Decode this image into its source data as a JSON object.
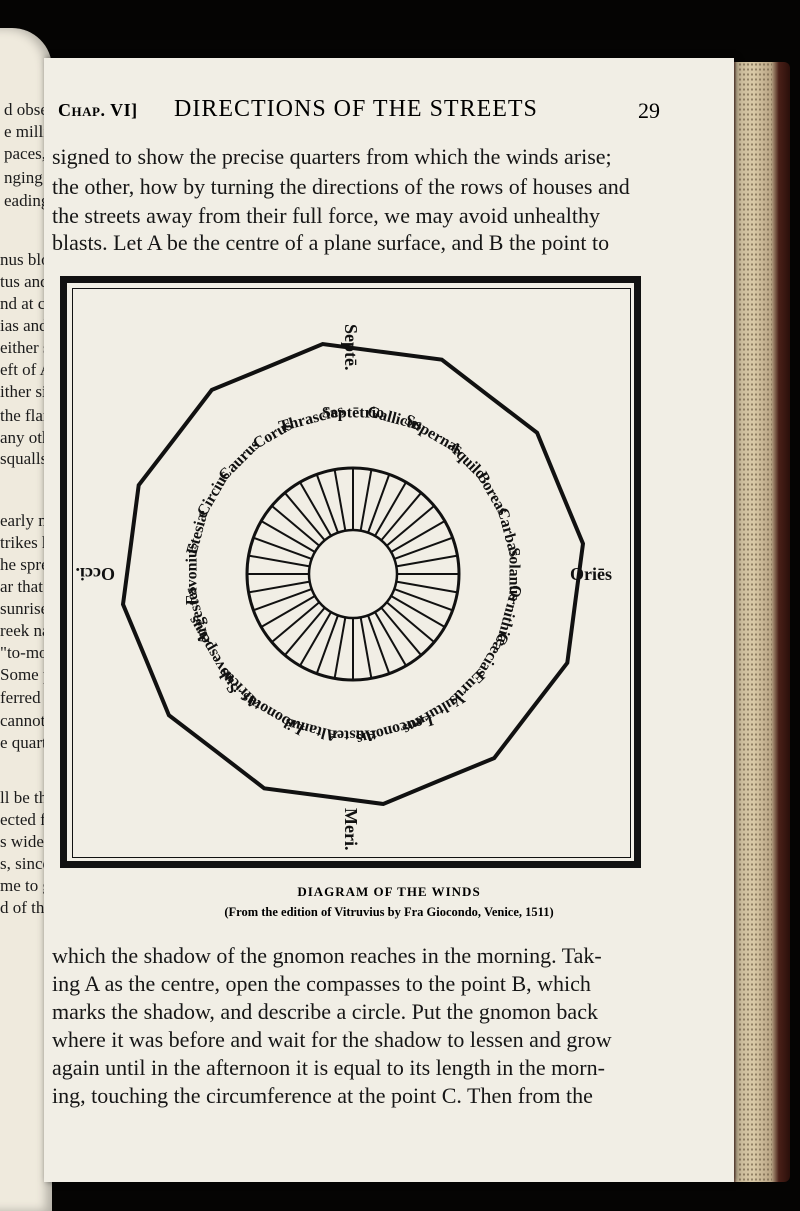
{
  "left_page": {
    "fragments": [
      "d observing",
      "e million m",
      "paces, shy",
      "nging over",
      "eading to a",
      "nus blowing",
      "tus and Subs",
      "nd at certain",
      "ias and Cora",
      "either side of S",
      "eft of Aquilo",
      "ither side of S",
      "the flanks",
      "any other",
      "squalls wid",
      "early morning",
      "trikes humid",
      "he spreads",
      "ar that was the",
      "sunrise are close",
      "reek name",
      "\"to-morrow\"",
      "Some people",
      "ferred the two",
      "cannot affect",
      "e quarters of",
      "ll be that th",
      "ected from",
      "s widely di",
      "s, since t",
      "me to gr",
      "d of this"
    ]
  },
  "running_head": {
    "chapter": "Chap. VI]",
    "title": "DIRECTIONS OF THE STREETS",
    "page_number": "29"
  },
  "body_top": [
    "signed to show the precise quarters from which the winds arise;",
    "the other, how by turning the directions of the rows of houses and",
    "the streets away from their full force, we may avoid unhealthy",
    "blasts.  Let A be the centre of a plane surface, and B the point to"
  ],
  "figure": {
    "cardinals": {
      "north": "Septē.",
      "east": "Oriēs",
      "south": "Meri.",
      "west": "Occi."
    },
    "winds": [
      "Septētrio",
      "Gallicus",
      "Supernas",
      "Aquilo",
      "Boreas",
      "Carbas",
      "Solanus",
      "Ornithiæ",
      "Cæcias",
      "Eurus",
      "Vulturnus",
      "Leuconotus",
      "Auster",
      "Altanus",
      "Libonotus",
      "Africus",
      "Subvesperus",
      "Argestes",
      "Favonius",
      "Etesiæ",
      "Circius",
      "Caurus",
      "Corus",
      "Thrascias"
    ],
    "caption_title": "DIAGRAM OF THE WINDS",
    "caption_sub": "(From the edition of Vitruvius by Fra Giocondo, Venice, 1511)"
  },
  "body_bottom": [
    "which the shadow of the gnomon reaches in the morning.  Tak-",
    "ing A as the centre, open the compasses to the point B, which",
    "marks the shadow, and describe a circle.  Put the gnomon back",
    "where it was before and wait for the shadow to lessen and grow",
    "again until in the afternoon it is equal to its length in the morn-",
    "ing, touching the circumference at the point C.  Then from the"
  ]
}
